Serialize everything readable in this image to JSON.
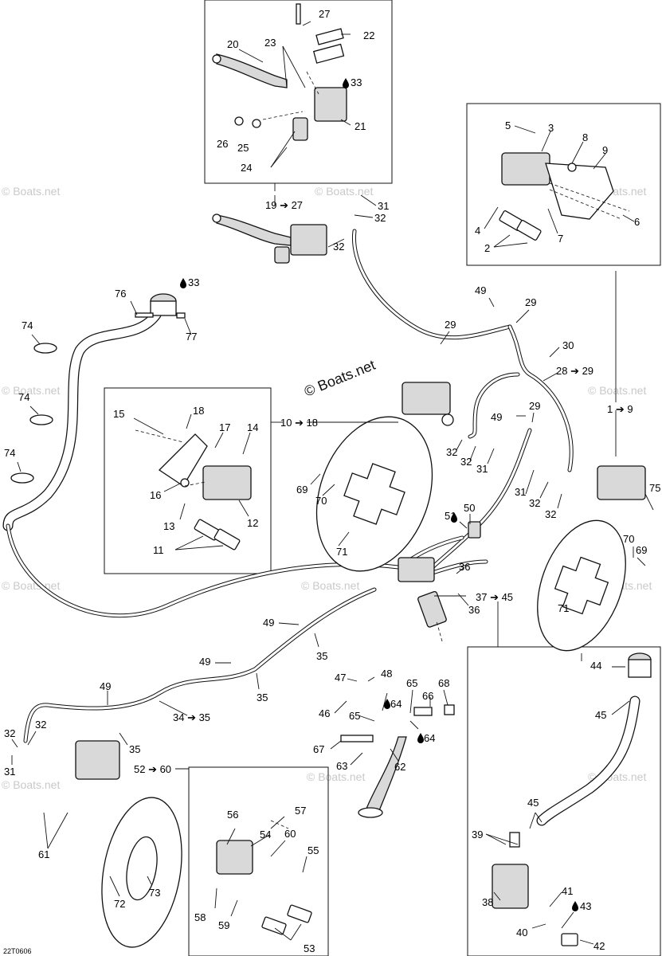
{
  "watermarks": {
    "main": "© Boats.net",
    "faint": "© Boats.net"
  },
  "drawing_code": "22T0606",
  "labels": [
    {
      "t": "27"
    },
    {
      "t": "22"
    },
    {
      "t": "20"
    },
    {
      "t": "23"
    },
    {
      "t": "33"
    },
    {
      "t": "21"
    },
    {
      "t": "26"
    },
    {
      "t": "25"
    },
    {
      "t": "24"
    },
    {
      "t": "19 ➔ 27"
    },
    {
      "t": "31"
    },
    {
      "t": "32"
    },
    {
      "t": "32"
    },
    {
      "t": "5"
    },
    {
      "t": "3"
    },
    {
      "t": "8"
    },
    {
      "t": "9"
    },
    {
      "t": "4"
    },
    {
      "t": "2"
    },
    {
      "t": "7"
    },
    {
      "t": "6"
    },
    {
      "t": "76"
    },
    {
      "t": "33"
    },
    {
      "t": "77"
    },
    {
      "t": "74"
    },
    {
      "t": "74"
    },
    {
      "t": "74"
    },
    {
      "t": "49"
    },
    {
      "t": "29"
    },
    {
      "t": "29"
    },
    {
      "t": "30"
    },
    {
      "t": "28 ➔ 29"
    },
    {
      "t": "1 ➔ 9"
    },
    {
      "t": "29"
    },
    {
      "t": "49"
    },
    {
      "t": "18"
    },
    {
      "t": "15"
    },
    {
      "t": "17"
    },
    {
      "t": "14"
    },
    {
      "t": "16"
    },
    {
      "t": "13"
    },
    {
      "t": "12"
    },
    {
      "t": "11"
    },
    {
      "t": "10 ➔ 18"
    },
    {
      "t": "69"
    },
    {
      "t": "70"
    },
    {
      "t": "71"
    },
    {
      "t": "32"
    },
    {
      "t": "32"
    },
    {
      "t": "31"
    },
    {
      "t": "31"
    },
    {
      "t": "32"
    },
    {
      "t": "32"
    },
    {
      "t": "75"
    },
    {
      "t": "70"
    },
    {
      "t": "69"
    },
    {
      "t": "71"
    },
    {
      "t": "50"
    },
    {
      "t": "51"
    },
    {
      "t": "36"
    },
    {
      "t": "36"
    },
    {
      "t": "37 ➔ 45"
    },
    {
      "t": "49"
    },
    {
      "t": "35"
    },
    {
      "t": "49"
    },
    {
      "t": "35"
    },
    {
      "t": "49"
    },
    {
      "t": "34 ➔ 35"
    },
    {
      "t": "32"
    },
    {
      "t": "32"
    },
    {
      "t": "31"
    },
    {
      "t": "35"
    },
    {
      "t": "52 ➔ 60"
    },
    {
      "t": "61"
    },
    {
      "t": "73"
    },
    {
      "t": "72"
    },
    {
      "t": "47"
    },
    {
      "t": "48"
    },
    {
      "t": "64"
    },
    {
      "t": "65"
    },
    {
      "t": "66"
    },
    {
      "t": "68"
    },
    {
      "t": "46"
    },
    {
      "t": "65"
    },
    {
      "t": "64"
    },
    {
      "t": "67"
    },
    {
      "t": "63"
    },
    {
      "t": "62"
    },
    {
      "t": "56"
    },
    {
      "t": "57"
    },
    {
      "t": "54"
    },
    {
      "t": "60"
    },
    {
      "t": "55"
    },
    {
      "t": "58"
    },
    {
      "t": "59"
    },
    {
      "t": "53"
    },
    {
      "t": "44"
    },
    {
      "t": "45"
    },
    {
      "t": "45"
    },
    {
      "t": "39"
    },
    {
      "t": "41"
    },
    {
      "t": "43"
    },
    {
      "t": "38"
    },
    {
      "t": "40"
    },
    {
      "t": "42"
    }
  ]
}
